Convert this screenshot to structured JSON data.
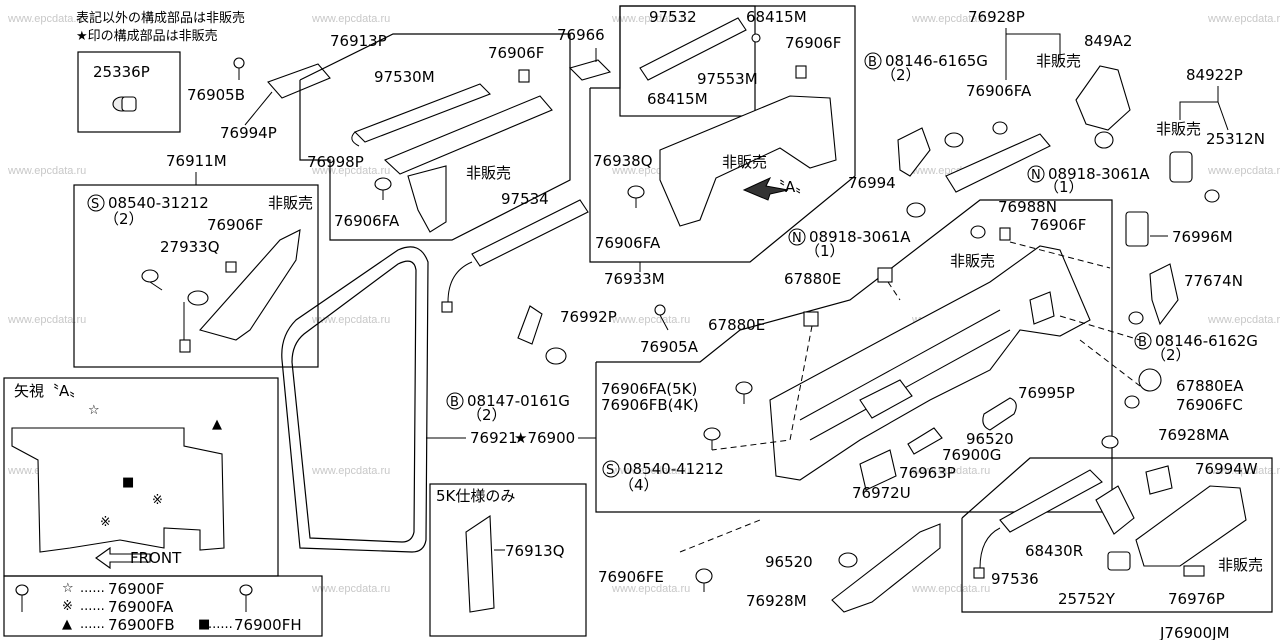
{
  "diagram_code": "J76900JM",
  "notes": [
    "表記以外の構成部品は非販売",
    "★印の構成部品は非販売"
  ],
  "watermark": "www.epcdata.ru",
  "inset_view": {
    "title": "矢視〝A〟",
    "arrow_label": "FRONT",
    "view_marker": "〝A〟"
  },
  "legend": [
    {
      "symbol": "☆",
      "dots": "......",
      "part": "76900F"
    },
    {
      "symbol": "※",
      "dots": "......",
      "part": "76900FA"
    },
    {
      "symbol": "▲",
      "dots": "......",
      "part": "76900FB"
    },
    {
      "symbol": "■",
      "dots": "......",
      "part": "76900FH"
    }
  ],
  "inset_5k": {
    "title": "5K仕様のみ",
    "part": "76913Q"
  },
  "not_sold": "非販売",
  "labels": {
    "p25336P": "25336P",
    "p76905B": "76905B",
    "p76994P": "76994P",
    "p76913P": "76913P",
    "p97530M": "97530M",
    "p76906F_a": "76906F",
    "p76998P": "76998P",
    "p76906FA_a": "76906FA",
    "p76966": "76966",
    "p97532": "97532",
    "p68415M_a": "68415M",
    "p76906F_b": "76906F",
    "p97553M": "97553M",
    "p68415M_b": "68415M",
    "p76938Q": "76938Q",
    "p76906FA_b": "76906FA",
    "p76933M": "76933M",
    "p76911M": "76911M",
    "s08540_31212": "08540-31212",
    "s08540_31212_qty": "（2）",
    "p76906F_c": "76906F",
    "p27933Q": "27933Q",
    "p97534": "97534",
    "p76928P": "76928P",
    "b08146_6165G": "08146-6165G",
    "b08146_6165G_qty": "（2）",
    "p76906FA_c": "76906FA",
    "p849A2": "849A2",
    "p84922P": "84922P",
    "p25312N": "25312N",
    "p76994": "76994",
    "n08918_3061A_a": "08918-3061A",
    "n08918_3061A_a_qty": "（1）",
    "n08918_3061A_b": "08918-3061A",
    "n08918_3061A_b_qty": "（1）",
    "p76988N": "76988N",
    "p76906F_d": "76906F",
    "p76996M": "76996M",
    "p67880E_a": "67880E",
    "p77674N": "77674N",
    "p76992P": "76992P",
    "p67880E_b": "67880E",
    "p76905A": "76905A",
    "b08146_6162G": "08146-6162G",
    "b08146_6162G_qty": "（2）",
    "p67880EA": "67880EA",
    "p76906FA_5K": "76906FA(5K)",
    "p76906FB_4K": "76906FB(4K)",
    "p76995P": "76995P",
    "b08147_0161G": "08147-0161G",
    "b08147_0161G_qty": "（2）",
    "p76906FC": "76906FC",
    "p76921": "76921",
    "p76900": "★76900",
    "p76900G": "76900G",
    "p96520_a": "96520",
    "p76928MA": "76928MA",
    "s08540_41212": "08540-41212",
    "s08540_41212_qty": "（4）",
    "p76963P": "76963P",
    "p76972U": "76972U",
    "p76994W": "76994W",
    "p68430R": "68430R",
    "p96520_b": "96520",
    "p76906FE": "76906FE",
    "p97536": "97536",
    "p25752Y": "25752Y",
    "p76976P": "76976P",
    "p76928M": "76928M",
    "circ_S": "S",
    "circ_B": "B",
    "circ_N": "N"
  }
}
